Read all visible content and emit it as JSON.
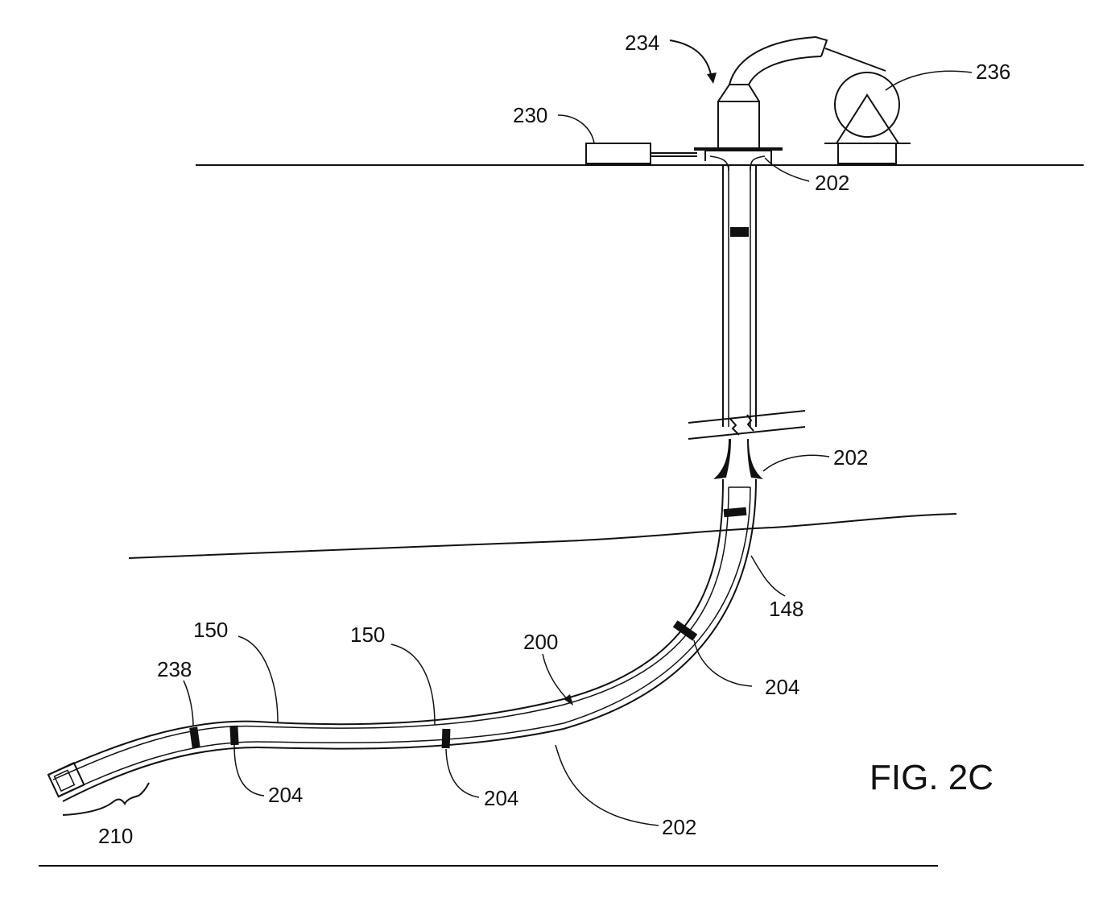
{
  "figure": {
    "label": "FIG. 2C"
  },
  "labels": {
    "l234": "234",
    "l236": "236",
    "l230": "230",
    "l202_top": "202",
    "l202_mid": "202",
    "l148": "148",
    "l200": "200",
    "l150_a": "150",
    "l150_b": "150",
    "l238": "238",
    "l204_a": "204",
    "l204_b": "204",
    "l204_c": "204",
    "l202_bottom": "202",
    "l210": "210"
  }
}
